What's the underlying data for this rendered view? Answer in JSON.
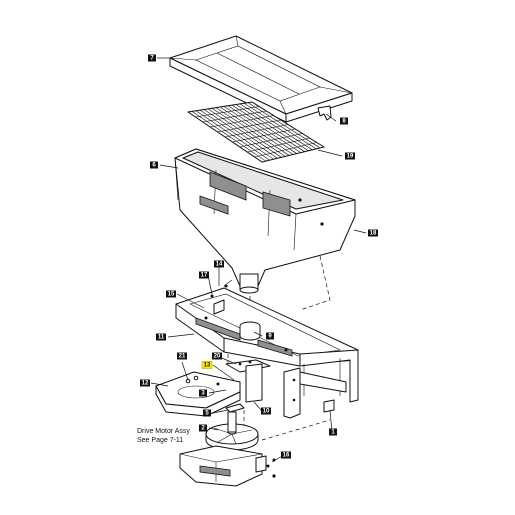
{
  "note": {
    "line1": "Drive Motor Assy",
    "line2": "See Page 7-11"
  },
  "colors": {
    "callout": "#111111",
    "highlight": "#ffe600"
  },
  "callouts": [
    {
      "id": "c7",
      "label": "7"
    },
    {
      "id": "c8",
      "label": "8"
    },
    {
      "id": "c19",
      "label": "19"
    },
    {
      "id": "c6",
      "label": "6"
    },
    {
      "id": "c18",
      "label": "18"
    },
    {
      "id": "c14",
      "label": "14"
    },
    {
      "id": "c17",
      "label": "17"
    },
    {
      "id": "c15",
      "label": "15"
    },
    {
      "id": "c11",
      "label": "11"
    },
    {
      "id": "c9",
      "label": "9"
    },
    {
      "id": "c21",
      "label": "21"
    },
    {
      "id": "c20",
      "label": "20"
    },
    {
      "id": "c13",
      "label": "13",
      "highlighted": true
    },
    {
      "id": "c12",
      "label": "12"
    },
    {
      "id": "c3",
      "label": "3"
    },
    {
      "id": "c10",
      "label": "10"
    },
    {
      "id": "c5",
      "label": "5"
    },
    {
      "id": "c2",
      "label": "2"
    },
    {
      "id": "c1",
      "label": "1"
    },
    {
      "id": "c16",
      "label": "16"
    }
  ]
}
